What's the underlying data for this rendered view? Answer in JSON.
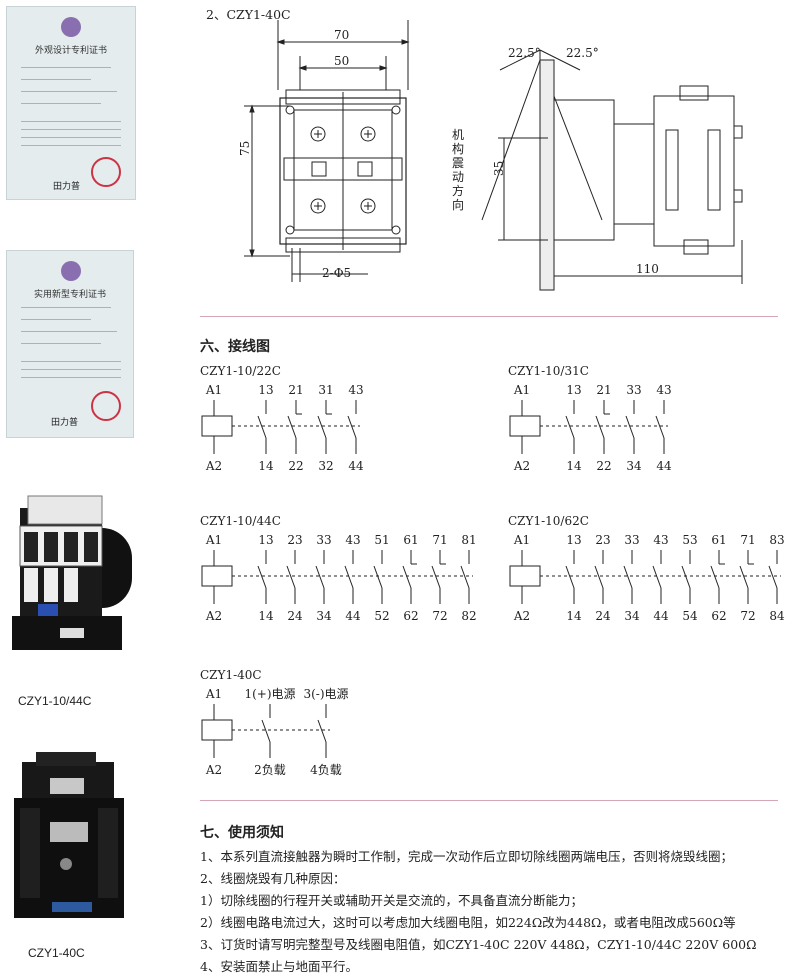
{
  "certificates": [
    {
      "title": "外观设计专利证书",
      "signature": "田力普"
    },
    {
      "title": "实用新型专利证书",
      "signature": "田力普"
    }
  ],
  "products": [
    {
      "caption": "CZY1-10/44C",
      "icon": "contactor-photo"
    },
    {
      "caption": "CZY1-40C",
      "icon": "contactor-black-photo"
    }
  ],
  "dimensions": {
    "title": "2、CZY1-40C",
    "width_outer": "70",
    "width_inner": "50",
    "height": "75",
    "holes": "2-Φ5",
    "angle_left": "22.5°",
    "angle_right": "22.5°",
    "vibration_label": "机构震动方向",
    "side_height": "35",
    "depth": "110"
  },
  "wiring": {
    "title": "六、接线图",
    "diagrams": [
      {
        "name": "CZY1-10/22C",
        "coil_top": "A1",
        "coil_bottom": "A2",
        "top": [
          "13",
          "21",
          "31",
          "43"
        ],
        "bottom": [
          "14",
          "22",
          "32",
          "44"
        ]
      },
      {
        "name": "CZY1-10/31C",
        "coil_top": "A1",
        "coil_bottom": "A2",
        "top": [
          "13",
          "21",
          "33",
          "43"
        ],
        "bottom": [
          "14",
          "22",
          "34",
          "44"
        ]
      },
      {
        "name": "CZY1-10/44C",
        "coil_top": "A1",
        "coil_bottom": "A2",
        "top": [
          "13",
          "23",
          "33",
          "43",
          "51",
          "61",
          "71",
          "81"
        ],
        "bottom": [
          "14",
          "24",
          "34",
          "44",
          "52",
          "62",
          "72",
          "82"
        ]
      },
      {
        "name": "CZY1-10/62C",
        "coil_top": "A1",
        "coil_bottom": "A2",
        "top": [
          "13",
          "23",
          "33",
          "43",
          "53",
          "61",
          "71",
          "83"
        ],
        "bottom": [
          "14",
          "24",
          "34",
          "44",
          "54",
          "62",
          "72",
          "84"
        ]
      },
      {
        "name": "CZY1-40C",
        "coil_top": "A1",
        "coil_bottom": "A2",
        "top": [
          "1(+)电源",
          "3(-)电源"
        ],
        "bottom": [
          "2负载",
          "4负载"
        ]
      }
    ]
  },
  "usage": {
    "title": "七、使用须知",
    "lines": [
      "1、本系列直流接触器为瞬时工作制，完成一次动作后立即切除线圈两端电压，否则将烧毁线圈；",
      "2、线圈烧毁有几种原因：",
      "1）切除线圈的行程开关或辅助开关是交流的，不具备直流分断能力；",
      "2）线圈电路电流过大，这时可以考虑加大线圈电阻，如224Ω改为448Ω，或者电阻改成560Ω等",
      "3、订货时请写明完整型号及线圈电阻值，如CZY1-40C  220V  448Ω，CZY1-10/44C 220V  600Ω",
      "4、安装面禁止与地面平行。"
    ]
  },
  "colors": {
    "rule": "#d4a6b8",
    "ink": "#222222",
    "seal": "#cc3344"
  }
}
